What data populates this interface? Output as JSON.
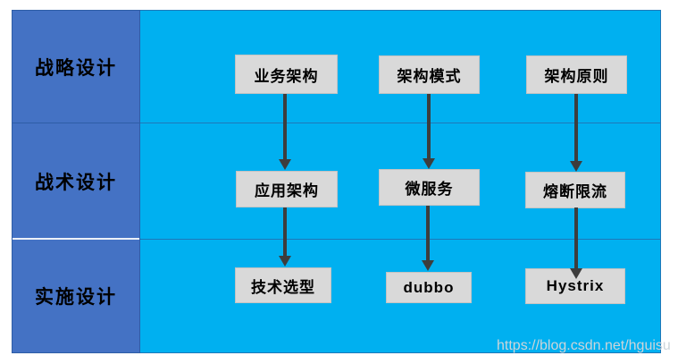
{
  "diagram_title": "architecture-design-levels",
  "rows": [
    {
      "label": "战略设计",
      "boxes": [
        "业务架构",
        "架构模式",
        "架构原则"
      ]
    },
    {
      "label": "战术设计",
      "boxes": [
        "应用架构",
        "微服务",
        "熔断限流"
      ]
    },
    {
      "label": "实施设计",
      "boxes": [
        "技术选型",
        "dubbo",
        "Hystrix"
      ]
    }
  ],
  "connections": [
    {
      "from": "业务架构",
      "to": "应用架构"
    },
    {
      "from": "架构模式",
      "to": "微服务"
    },
    {
      "from": "架构原则",
      "to": "熔断限流"
    },
    {
      "from": "应用架构",
      "to": "技术选型"
    },
    {
      "from": "微服务",
      "to": "dubbo"
    },
    {
      "from": "熔断限流",
      "to": "Hystrix"
    }
  ],
  "watermark": "https://blog.csdn.net/hguisu",
  "colors": {
    "left_column_bg": "#4472C4",
    "content_bg": "#00B0F0",
    "node_bg": "#D9D9D9",
    "arrow": "#3D3D3D",
    "grid_line": "#1F78B8",
    "watermark_text": "#CDD5DA"
  }
}
